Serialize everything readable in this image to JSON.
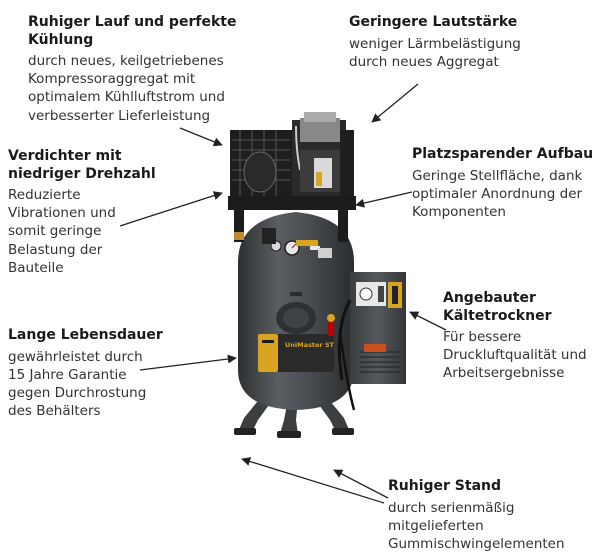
{
  "callouts": {
    "cooling": {
      "heading": "Ruhiger Lauf und perfekte\nKühlung",
      "text": "durch neues, keilgetriebenes\nKompressoraggregat mit\noptimalem Kühlluftstrom und\nverbesserter Lieferleistung"
    },
    "noise": {
      "heading": "Geringere Lautstärke",
      "text": "weniger Lärmbelästigung\ndurch neues Aggregat"
    },
    "rpm": {
      "heading": "Verdichter mit\nniedriger Drehzahl",
      "text": "Reduzierte\nVibrationen und\nsomit geringe\nBelastung der\nBauteile"
    },
    "space": {
      "heading": "Platzsparender Aufbau",
      "text": "Geringe Stellfläche, dank\noptimaler Anordnung der\nKomponenten"
    },
    "dryer": {
      "heading": "Angebauter\nKältetrockner",
      "text": "Für bessere\nDruckluftqualität und\nArbeitsergebnisse"
    },
    "lifetime": {
      "heading": "Lange Lebensdauer",
      "text": "gewährleistet durch\n15 Jahre Garantie\ngegen Durchrostung\ndes Behälters"
    },
    "stand": {
      "heading": "Ruhiger Stand",
      "text": "durch serienmäßig\nmitgelieferten\nGummischwingelementen"
    }
  },
  "product": {
    "badge_text": "UniMaster ST"
  },
  "colors": {
    "tank": "#4a4d50",
    "frame": "#1c1c1c",
    "accent": "#d9a520"
  }
}
